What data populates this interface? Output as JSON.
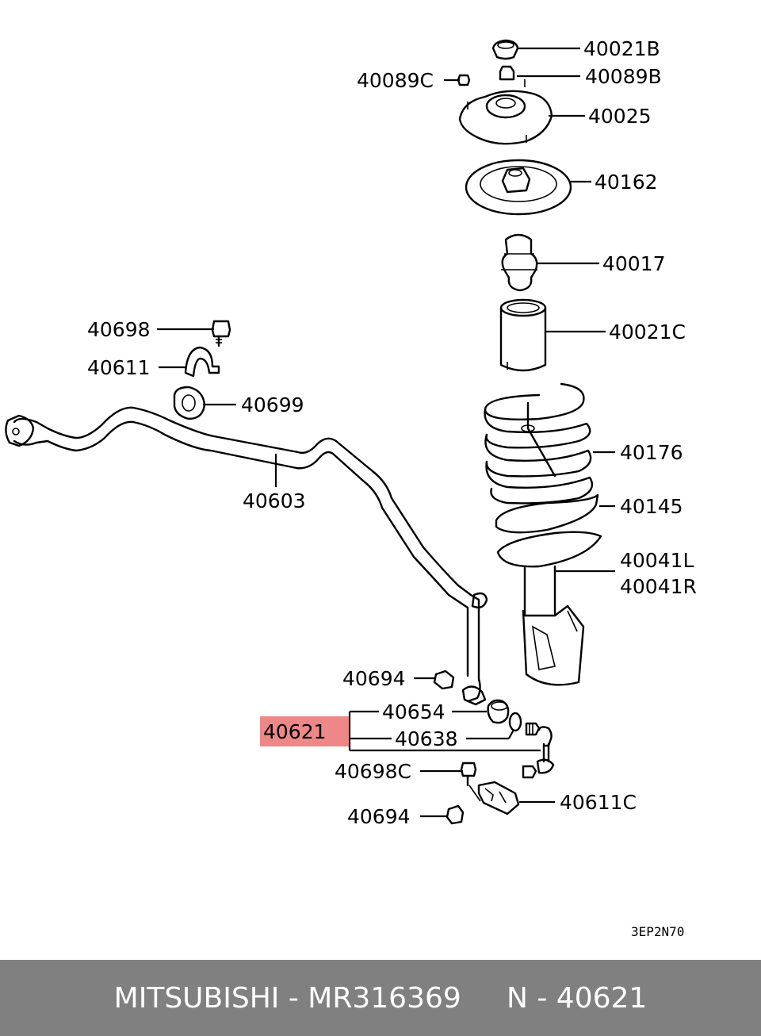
{
  "labels": {
    "p40021B": "40021B",
    "p40089C": "40089C",
    "p40089B": "40089B",
    "p40025": "40025",
    "p40162": "40162",
    "p40017": "40017",
    "p40021C": "40021C",
    "p40698": "40698",
    "p40611": "40611",
    "p40699": "40699",
    "p40603": "40603",
    "p40176": "40176",
    "p40145": "40145",
    "p40041L": "40041L",
    "p40041R": "40041R",
    "p40694a": "40694",
    "p40654": "40654",
    "p40621": "40621",
    "p40638": "40638",
    "p40698C": "40698C",
    "p40611C": "40611C",
    "p40694b": "40694"
  },
  "diagram_code": "3EP2N70",
  "highlight_color": "#ee8888",
  "footer": {
    "brand": "MITSUBISHI",
    "part_number": "MR316369",
    "ref": "N - 40621",
    "sep": " - "
  }
}
